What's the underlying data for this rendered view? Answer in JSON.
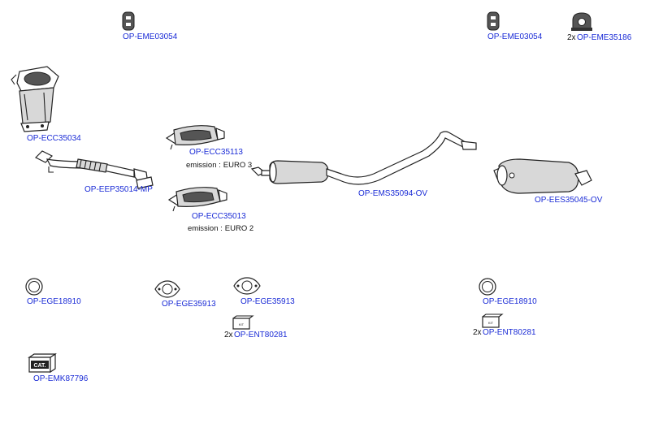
{
  "parts": [
    {
      "id": "eme1",
      "code": "OP-EME03054",
      "icon": "rubber-hanger-icon"
    },
    {
      "id": "eme2",
      "code": "OP-EME03054",
      "icon": "rubber-hanger-icon"
    },
    {
      "id": "eme3",
      "code": "OP-EME35186",
      "qty": "2x",
      "icon": "rubber-mount-icon"
    },
    {
      "id": "ecc1",
      "code": "OP-ECC35034",
      "icon": "catalytic-converter-icon"
    },
    {
      "id": "ecc2",
      "code": "OP-ECC35113",
      "emission_label": "emission :",
      "emission_value": "EURO 3",
      "icon": "catalytic-converter-icon"
    },
    {
      "id": "ecc3",
      "code": "OP-ECC35013",
      "emission_label": "emission :",
      "emission_value": "EURO 2",
      "icon": "catalytic-converter-icon"
    },
    {
      "id": "eep",
      "code": "OP-EEP35014-MP",
      "icon": "front-pipe-icon"
    },
    {
      "id": "ems",
      "code": "OP-EMS35094-OV",
      "icon": "middle-silencer-icon"
    },
    {
      "id": "ees",
      "code": "OP-EES35045-OV",
      "icon": "rear-silencer-icon"
    },
    {
      "id": "ege1",
      "code": "OP-EGE18910",
      "icon": "ring-gasket-icon"
    },
    {
      "id": "ege2",
      "code": "OP-EGE35913",
      "icon": "flange-gasket-icon"
    },
    {
      "id": "ege3",
      "code": "OP-EGE35913",
      "icon": "flange-gasket-icon"
    },
    {
      "id": "ege4",
      "code": "OP-EGE18910",
      "icon": "ring-gasket-icon"
    },
    {
      "id": "ent1",
      "code": "OP-ENT80281",
      "qty": "2x",
      "icon": "kit-box-icon",
      "box_text": "KIT"
    },
    {
      "id": "ent2",
      "code": "OP-ENT80281",
      "qty": "2x",
      "icon": "kit-box-icon",
      "box_text": "KIT"
    },
    {
      "id": "emk",
      "code": "OP-EMK87796",
      "icon": "cat-box-icon",
      "box_text": "CAT."
    }
  ]
}
